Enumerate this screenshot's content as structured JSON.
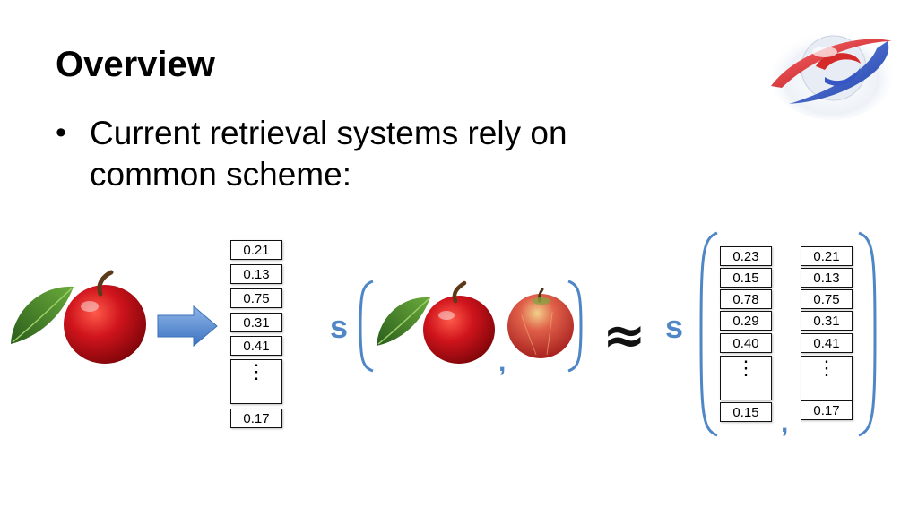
{
  "slide": {
    "title": "Overview",
    "bullet_symbol": "•",
    "bullet_text": "Current retrieval systems rely on common scheme:"
  },
  "diagram": {
    "vector_left": [
      "0.21",
      "0.13",
      "0.75",
      "0.31",
      "0.41",
      "⋮",
      "0.17"
    ],
    "similarity_symbol": "s",
    "pair_separator": ",",
    "approx_symbol": "≈",
    "vector_pair_a": [
      "0.23",
      "0.15",
      "0.78",
      "0.29",
      "0.40",
      "⋮",
      "0.15"
    ],
    "vector_pair_b": [
      "0.21",
      "0.13",
      "0.75",
      "0.31",
      "0.41",
      "⋮",
      "0.17"
    ]
  },
  "colors": {
    "accent_blue": "#4f86c6",
    "apple_red": "#c8121b",
    "leaf_green": "#3f7d2a"
  },
  "icons": [
    "red-apple-icon",
    "right-arrow-icon",
    "red-green-apple-icon",
    "swirl-logo-icon"
  ]
}
